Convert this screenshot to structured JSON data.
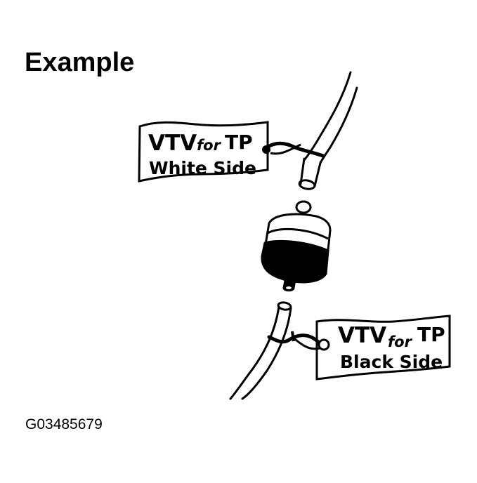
{
  "title": "Example",
  "figure_id": "G03485679",
  "tags": {
    "white_side": {
      "line1_main": "VTV",
      "line1_small": "for",
      "line1_end": "TP",
      "line2": "White Side"
    },
    "black_side": {
      "line1_main": "VTV",
      "line1_small": "for",
      "line1_end": "TP",
      "line2": "Black Side"
    }
  },
  "components": {
    "upper_hose": "hose-upper",
    "vacuum_valve": "vtv-valve",
    "lower_hose": "hose-lower"
  },
  "colors": {
    "ink": "#000000",
    "paper": "#ffffff"
  }
}
